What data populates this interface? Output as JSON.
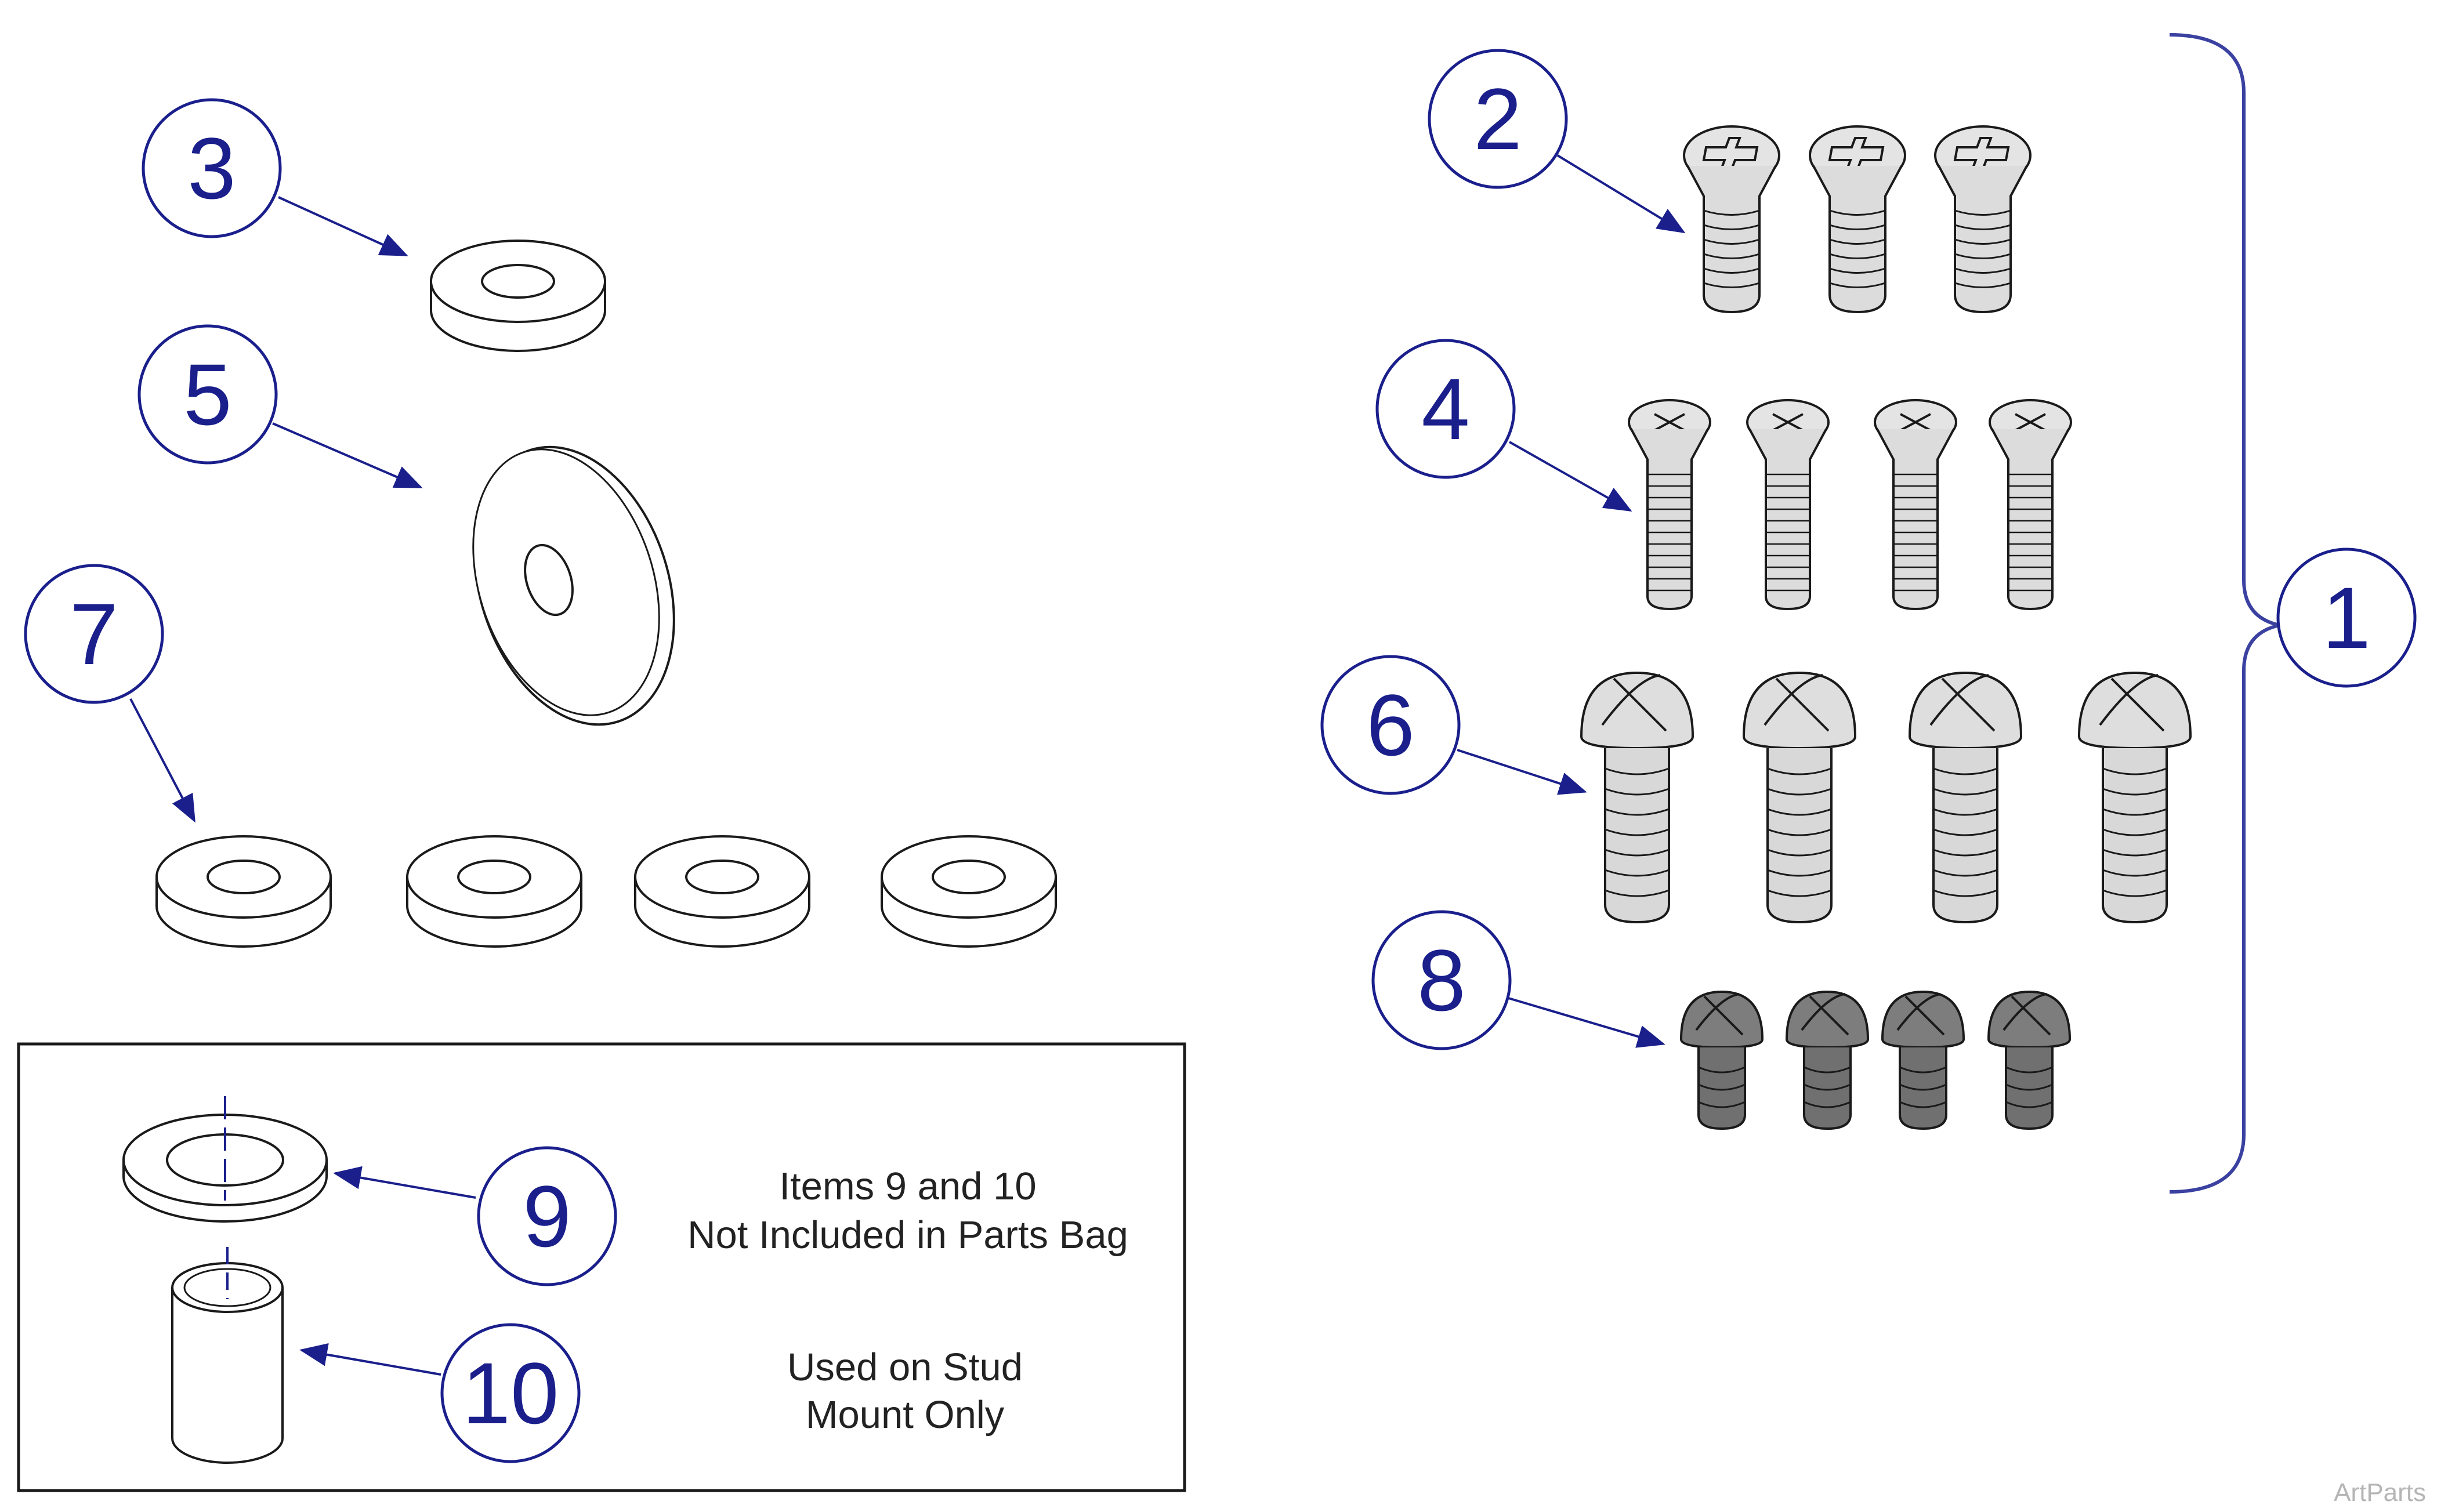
{
  "callouts": [
    {
      "id": "1",
      "label": "1"
    },
    {
      "id": "2",
      "label": "2"
    },
    {
      "id": "3",
      "label": "3"
    },
    {
      "id": "4",
      "label": "4"
    },
    {
      "id": "5",
      "label": "5"
    },
    {
      "id": "6",
      "label": "6"
    },
    {
      "id": "7",
      "label": "7"
    },
    {
      "id": "8",
      "label": "8"
    },
    {
      "id": "9",
      "label": "9"
    },
    {
      "id": "10",
      "label": "10"
    }
  ],
  "note": {
    "line1": "Items 9 and 10",
    "line2": "Not Included in Parts Bag",
    "line3": "Used on Stud",
    "line4": "Mount Only"
  },
  "credit": "ArtParts",
  "colors": {
    "callout": "#1a1f8c",
    "line": "#1a1a1a",
    "screw_light": "#dcdcdc",
    "screw_dark": "#777777"
  }
}
